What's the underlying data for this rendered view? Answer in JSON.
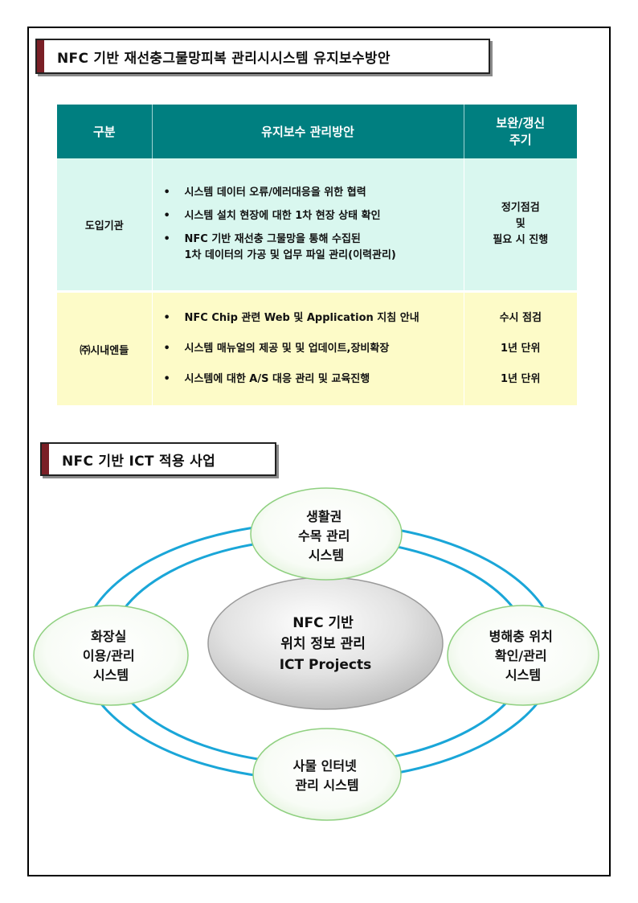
{
  "section1": {
    "title": "NFC 기반 재선충그물망피복 관리시시스템 유지보수방안"
  },
  "table": {
    "headers": [
      "구분",
      "유지보수 관리방안",
      "보완/갱신\n주기"
    ],
    "rows": [
      {
        "category": "도입기관",
        "items": [
          "시스템 데이터 오류/에러대응을 위한 협력",
          "시스템 설치 현장에 대한 1차 현장 상태 확인",
          "NFC 기반 재선충 그물망을 통해 수집된\n1차 데이터의 가공 및 업무 파일 관리(이력관리)"
        ],
        "cycle": [
          "정기점검",
          "및",
          "필요 시 진행"
        ]
      },
      {
        "category": "㈜시내엔들",
        "items": [
          "NFC Chip 관련 Web  및 Application 지침 안내",
          "시스템 매뉴얼의 제공 및 및 업데이트,장비확장",
          "시스템에 대한  A/S 대응 관리 및 교육진행"
        ],
        "cycle": [
          "수시 점검",
          "1년 단위",
          "1년 단위"
        ]
      }
    ],
    "bullet": "•"
  },
  "section2": {
    "title": "NFC 기반 ICT 적용 사업"
  },
  "diagram": {
    "center": [
      "NFC 기반",
      "위치 정보 관리",
      "ICT Projects"
    ],
    "top": [
      "생활권",
      "수목 관리",
      "시스템"
    ],
    "right": [
      "병해충 위치",
      "확인/관리",
      "시스템"
    ],
    "bottom": [
      "사물 인터넷",
      "관리 시스템"
    ],
    "left": [
      "화장실",
      "이용/관리",
      "시스템"
    ],
    "colors": {
      "ring": "#1aa6d8",
      "node_border": "#8fd080",
      "header": "#007f80",
      "accent": "#7a1f26"
    }
  }
}
